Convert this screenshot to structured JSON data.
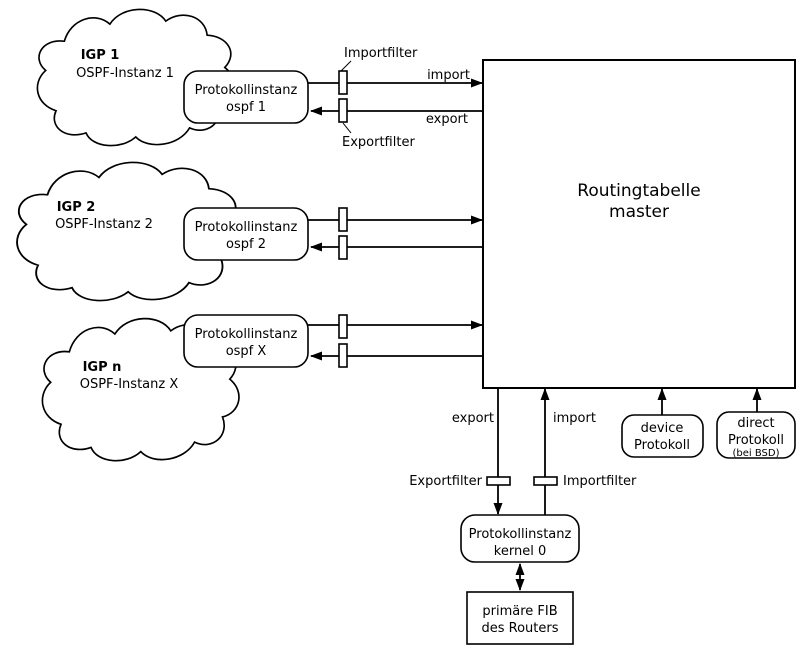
{
  "diagram": {
    "clouds": [
      {
        "title": "IGP 1",
        "subtitle": "OSPF-Instanz 1"
      },
      {
        "title": "IGP 2",
        "subtitle": "OSPF-Instanz 2"
      },
      {
        "title": "IGP n",
        "subtitle": "OSPF-Instanz X"
      }
    ],
    "protocol_boxes": [
      {
        "line1": "Protokollinstanz",
        "line2": "ospf 1"
      },
      {
        "line1": "Protokollinstanz",
        "line2": "ospf 2"
      },
      {
        "line1": "Protokollinstanz",
        "line2": "ospf X"
      }
    ],
    "routing_table": {
      "line1": "Routingtabelle",
      "line2": "master"
    },
    "top_labels": {
      "importfilter": "Importfilter",
      "exportfilter": "Exportfilter",
      "import": "import",
      "export": "export"
    },
    "bottom_labels": {
      "export": "export",
      "import": "import",
      "exportfilter": "Exportfilter",
      "importfilter": "Importfilter"
    },
    "device_box": {
      "line1": "device",
      "line2": "Protokoll"
    },
    "direct_box": {
      "line1": "direct",
      "line2": "Protokoll",
      "line3": "(bei BSD)"
    },
    "kernel_box": {
      "line1": "Protokollinstanz",
      "line2": "kernel 0"
    },
    "fib_box": {
      "line1": "primäre FIB",
      "line2": "des Routers"
    },
    "colors": {
      "stroke": "#000000",
      "background": "#ffffff"
    }
  }
}
